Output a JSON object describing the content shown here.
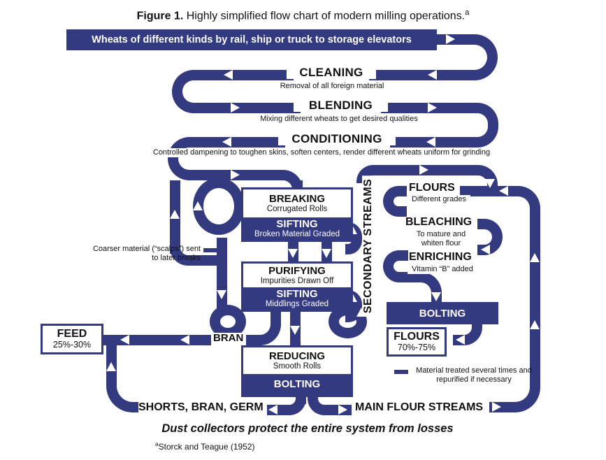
{
  "title": {
    "bold": "Figure 1.",
    "rest": " Highly simplified flow chart of modern milling operations.",
    "sup": "a"
  },
  "banner": {
    "label": "Wheats of different kinds by rail, ship or truck to storage elevators"
  },
  "stages": {
    "cleaning": {
      "label": "CLEANING",
      "caption": "Removal of all foreign material"
    },
    "blending": {
      "label": "BLENDING",
      "caption": "Mixing different wheats to get desired qualities"
    },
    "conditioning": {
      "label": "CONDITIONING",
      "caption": "Controlled dampening to toughen skins, soften centers, render different wheats uniform for grinding"
    }
  },
  "boxes": {
    "breaking": {
      "title": "BREAKING",
      "sub": "Corrugated Rolls",
      "sift": "SIFTING",
      "sift_sub": "Broken Material Graded"
    },
    "purifying": {
      "title": "PURIFYING",
      "sub": "Impurities Drawn Off",
      "sift": "SIFTING",
      "sift_sub": "Middlings Graded"
    },
    "reducing": {
      "title": "REDUCING",
      "sub": "Smooth Rolls",
      "bolting": "BOLTING"
    },
    "feed": {
      "title": "FEED",
      "sub": "25%-30%"
    },
    "flours_out": {
      "title": "FLOURS",
      "sub": "70%-75%"
    },
    "bolting_right": {
      "label": "BOLTING"
    }
  },
  "right_chain": {
    "flours": {
      "label": "FLOURS",
      "caption": "Different grades"
    },
    "bleaching": {
      "label": "BLEACHING",
      "cap1": "To mature and",
      "cap2": "whiten flour"
    },
    "enriching": {
      "label": "ENRICHING",
      "caption": "Vitamin “B” added"
    }
  },
  "labels": {
    "secondary_streams": "SECONDARY STREAMS",
    "bran": "BRAN",
    "shorts_bran_germ": "SHORTS, BRAN, GERM",
    "main_flour_streams": "MAIN FLOUR STREAMS",
    "scalps1": "Coarser material (“scalps”) sent",
    "scalps2": "to later breaks",
    "material1": "Material treated several times and",
    "material2": "repurified if necessary",
    "dust_note": "Dust collectors protect the entire system from losses",
    "footnote_sup": "a",
    "footnote": "Storck and Teague (1952)"
  },
  "colors": {
    "blue": "#333A80",
    "white": "#FFFFFF",
    "black": "#111111"
  }
}
